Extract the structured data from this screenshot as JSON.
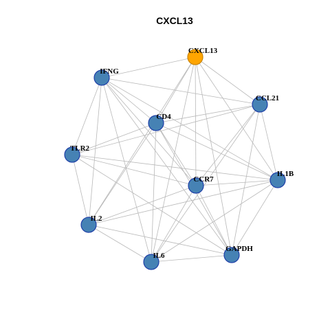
{
  "title": "CXCL13",
  "colors": {
    "hub": "#FFA500",
    "hub_border": "#C98300",
    "node": "#4682B4",
    "node_border": "#1F3FA8",
    "edge": "#B8B8B8"
  },
  "nodes": [
    {
      "id": "CXCL13",
      "hub": true
    },
    {
      "id": "IFNG",
      "hub": false
    },
    {
      "id": "CCL21",
      "hub": false
    },
    {
      "id": "CD4",
      "hub": false
    },
    {
      "id": "TLR2",
      "hub": false
    },
    {
      "id": "IL1B",
      "hub": false
    },
    {
      "id": "CCR7",
      "hub": false
    },
    {
      "id": "IL2",
      "hub": false
    },
    {
      "id": "GAPDH",
      "hub": false
    },
    {
      "id": "IL6",
      "hub": false
    }
  ],
  "edges": [
    [
      "CXCL13",
      "IFNG"
    ],
    [
      "CXCL13",
      "CCL21"
    ],
    [
      "CXCL13",
      "CD4"
    ],
    [
      "CXCL13",
      "CCR7"
    ],
    [
      "CXCL13",
      "IL1B"
    ],
    [
      "CXCL13",
      "GAPDH"
    ],
    [
      "CXCL13",
      "IL2"
    ],
    [
      "CXCL13",
      "IL6"
    ],
    [
      "IFNG",
      "CCL21"
    ],
    [
      "IFNG",
      "IL1B"
    ],
    [
      "IFNG",
      "CD4"
    ],
    [
      "IFNG",
      "CCR7"
    ],
    [
      "IFNG",
      "TLR2"
    ],
    [
      "IFNG",
      "IL2"
    ],
    [
      "IFNG",
      "IL6"
    ],
    [
      "IFNG",
      "GAPDH"
    ],
    [
      "CCL21",
      "CD4"
    ],
    [
      "CCL21",
      "TLR2"
    ],
    [
      "CCL21",
      "IL1B"
    ],
    [
      "CCL21",
      "CCR7"
    ],
    [
      "CCL21",
      "GAPDH"
    ],
    [
      "CCL21",
      "IL6"
    ],
    [
      "CD4",
      "TLR2"
    ],
    [
      "CD4",
      "IL1B"
    ],
    [
      "CD4",
      "CCR7"
    ],
    [
      "CD4",
      "IL2"
    ],
    [
      "CD4",
      "IL6"
    ],
    [
      "CD4",
      "GAPDH"
    ],
    [
      "TLR2",
      "IL1B"
    ],
    [
      "TLR2",
      "CCR7"
    ],
    [
      "TLR2",
      "IL2"
    ],
    [
      "TLR2",
      "GAPDH"
    ],
    [
      "IL1B",
      "CCR7"
    ],
    [
      "IL1B",
      "IL2"
    ],
    [
      "IL1B",
      "IL6"
    ],
    [
      "IL1B",
      "GAPDH"
    ],
    [
      "CCR7",
      "IL2"
    ],
    [
      "CCR7",
      "IL6"
    ],
    [
      "CCR7",
      "GAPDH"
    ],
    [
      "IL2",
      "IL6"
    ],
    [
      "IL2",
      "GAPDH"
    ],
    [
      "IL6",
      "GAPDH"
    ]
  ]
}
